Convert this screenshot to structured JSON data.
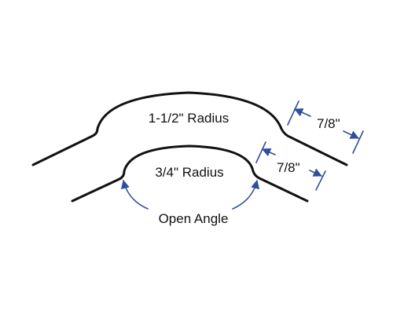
{
  "labels": {
    "outer_radius": "1-1/2\" Radius",
    "inner_radius": "3/4\" Radius",
    "outer_flange": "7/8\"",
    "inner_flange": "7/8\"",
    "angle": "Open Angle"
  },
  "colors": {
    "profile": "#111111",
    "dimension": "#2f4f9b"
  }
}
